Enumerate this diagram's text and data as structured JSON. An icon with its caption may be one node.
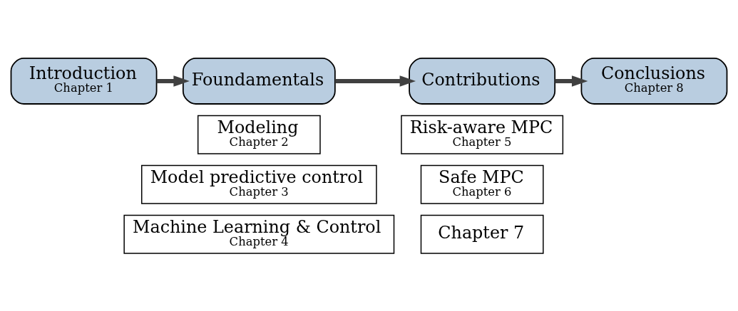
{
  "diagram": {
    "nodes": [
      {
        "text": [
          "Introduction",
          "Chapter 1"
        ]
      },
      {
        "text": [
          "Foundamentals"
        ]
      },
      {
        "text": [
          "Contributions"
        ]
      },
      {
        "text": [
          "Conclusions",
          "Chapter 8"
        ]
      },
      {
        "text": [
          "Modeling",
          "Chapter 2"
        ]
      },
      {
        "text": [
          "Model predictive control",
          "Chapter 3"
        ]
      },
      {
        "text": [
          "Machine Learning & Control",
          "Chapter 4"
        ]
      },
      {
        "text": [
          "Risk-aware MPC",
          "Chapter 5"
        ]
      },
      {
        "text": [
          "Safe MPC",
          "Chapter 6"
        ]
      },
      {
        "text": [
          "Chapter 7"
        ]
      }
    ],
    "edges": [
      {
        "from": 0,
        "to": 1,
        "arrow": "to"
      },
      {
        "from": 1,
        "to": 2,
        "arrow": "to"
      },
      {
        "from": 2,
        "to": 3,
        "arrow": "to"
      }
    ]
  }
}
